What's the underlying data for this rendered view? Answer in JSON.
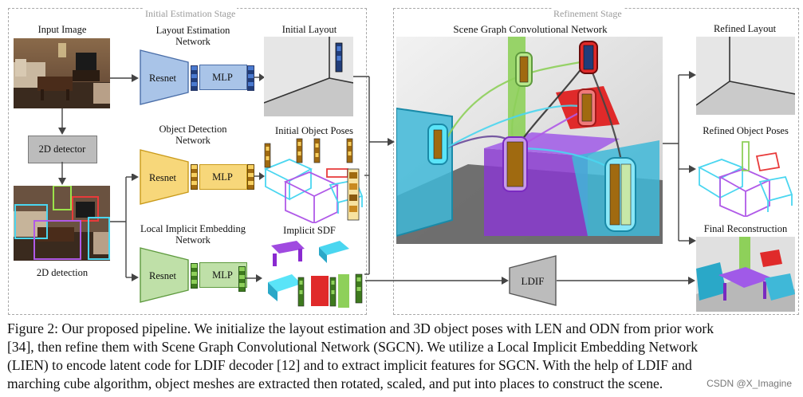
{
  "stages": {
    "initial": "Initial Estimation Stage",
    "refinement": "Refinement Stage"
  },
  "left": {
    "input_image": "Input Image",
    "detector": "2D detector",
    "detection": "2D detection"
  },
  "networks": {
    "layout": "Layout Estimation Network",
    "odn": "Object Detection Network",
    "lien": "Local Implicit Embedding Network",
    "resnet": "Resnet",
    "mlp": "MLP"
  },
  "outputs": {
    "initial_layout": "Initial Layout",
    "initial_poses": "Initial Object Poses",
    "implicit_sdf": "Implicit SDF"
  },
  "refinement": {
    "sgcn": "Scene Graph Convolutional Network",
    "ldif": "LDIF"
  },
  "results": {
    "refined_layout": "Refined Layout",
    "refined_poses": "Refined Object Poses",
    "final": "Final Reconstruction"
  },
  "caption": {
    "lines": [
      "Figure 2: Our proposed pipeline. We initialize the layout estimation and 3D object poses with LEN and ODN from prior work",
      "[34], then refine them with Scene Graph Convolutional Network (SGCN). We utilize a Local Implicit Embedding Network",
      "(LIEN) to encode latent code for LDIF decoder [12] and to extract implicit features for SGCN. With the help of LDIF and",
      "marching cube algorithm, object meshes are extracted then rotated, scaled, and put into places to construct the scene."
    ]
  },
  "watermark": "CSDN @X_Imagine",
  "colors": {
    "layout_net": "#a9c4e8",
    "odn_net": "#f7d77a",
    "lien_net": "#bfe0a8",
    "stage_border": "#a8a8a8"
  }
}
